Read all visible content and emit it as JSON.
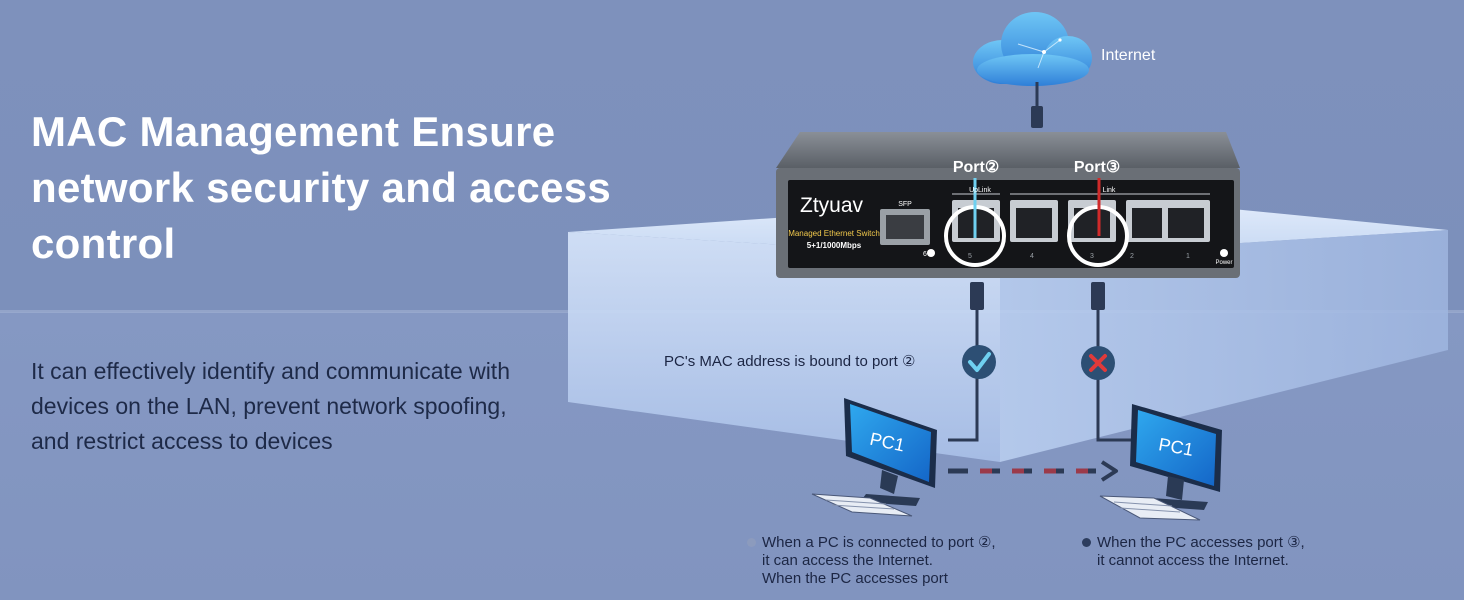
{
  "headline": "MAC Management Ensure network security and access control",
  "description": "It can effectively identify and communicate with devices on the LAN, prevent network spoofing, and restrict access to devices",
  "cloud": {
    "label": "Internet"
  },
  "switch": {
    "brand": "Ztyuav",
    "model": "Managed Ethernet Switch",
    "spec": "5+1/1000Mbps",
    "sfp_label": "SFP",
    "sfp_port_number": "6",
    "uplink_label": "UpLink",
    "link_label": "Link",
    "power_label": "Power",
    "port_numbers": [
      "5",
      "4",
      "3",
      "2",
      "1"
    ]
  },
  "callouts": {
    "port2": "Port②",
    "port3": "Port③"
  },
  "bound_label": "PC's MAC address is bound to port ②",
  "status": {
    "port2": "allowed",
    "port3": "blocked"
  },
  "pcs": {
    "left_label": "PC1",
    "right_label": "PC1"
  },
  "notes": {
    "left": [
      "When a PC is connected to port ②,",
      "it can access the Internet.",
      "When the PC accesses port"
    ],
    "right": [
      "When the PC accesses port ③,",
      "it cannot access the Internet."
    ]
  },
  "colors": {
    "allowed": "#6fd0f0",
    "blocked": "#e03a3a",
    "status_bg": "#2d4f74"
  }
}
